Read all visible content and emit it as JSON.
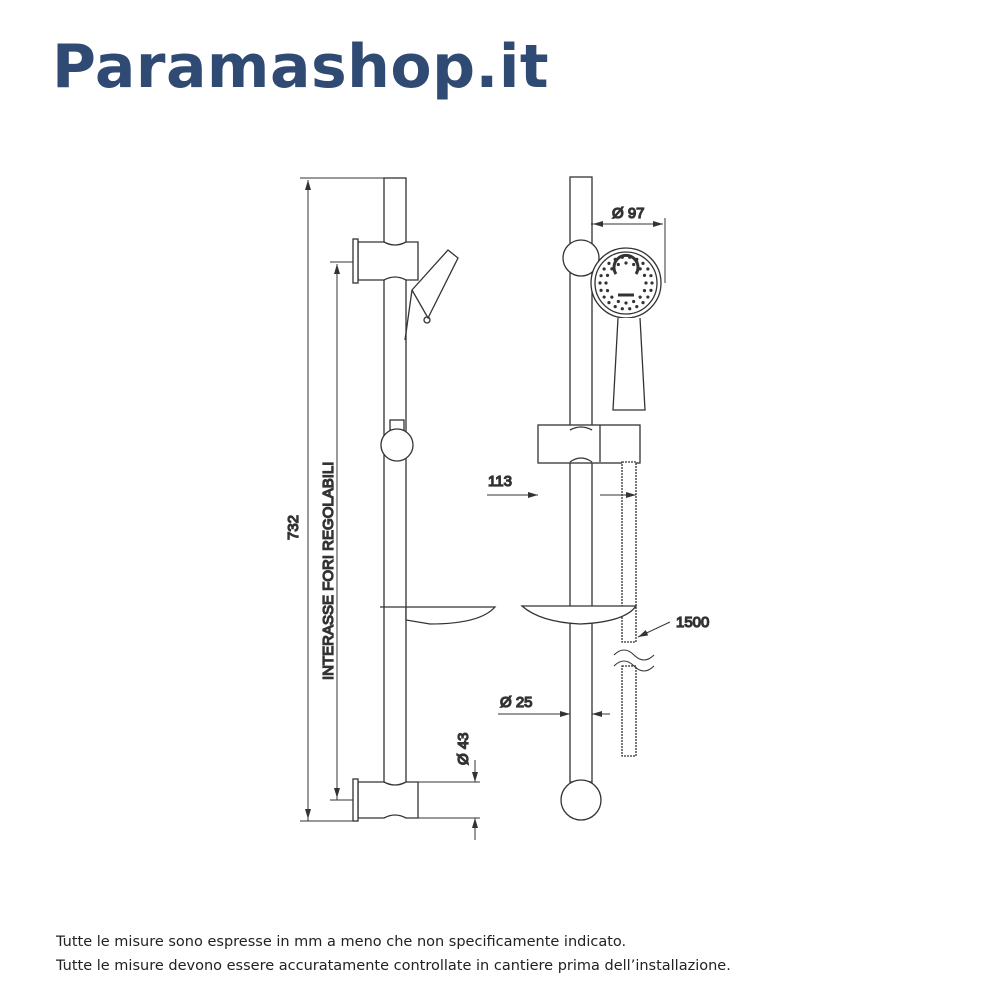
{
  "brand": "Paramashop.it",
  "dimensions": {
    "total_height": "732",
    "adjustable_spacing": "INTERASSE FORI REGOLABILI",
    "bracket_diameter": "Ø 43",
    "head_diameter": "Ø 97",
    "projection": "113",
    "hose_length": "1500",
    "bar_diameter": "Ø 25"
  },
  "notes": [
    "Tutte le misure sono espresse in mm a meno che non specificamente indicato.",
    "Tutte le misure devono essere accuratamente controllate in cantiere prima dell’installazione."
  ],
  "colors": {
    "brand": "#2f4a73",
    "line": "#333333"
  }
}
